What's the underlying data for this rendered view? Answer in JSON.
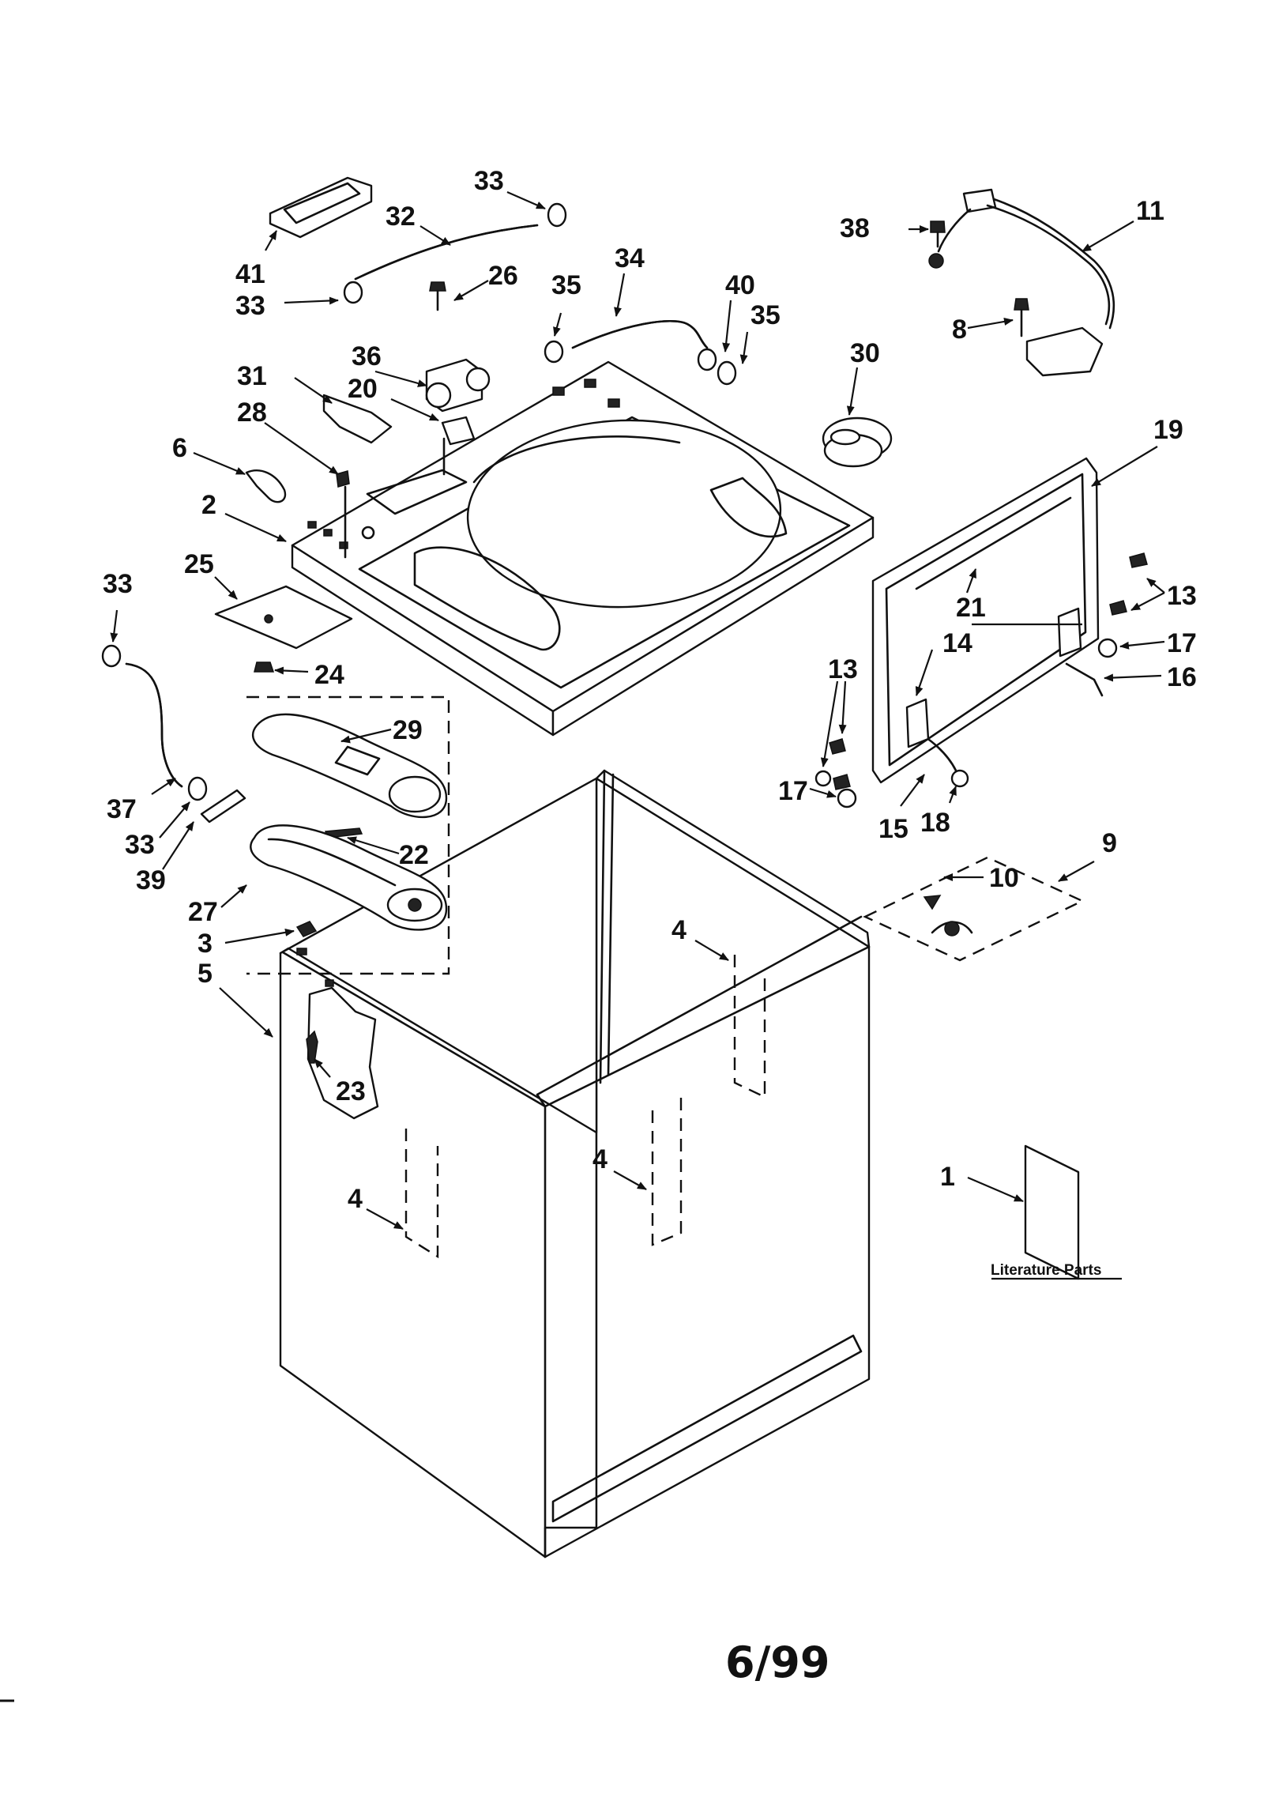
{
  "part_labels": {
    "p1": "1",
    "p2": "2",
    "p3": "3",
    "p4a": "4",
    "p4b": "4",
    "p4c": "4",
    "p5": "5",
    "p6": "6",
    "p8": "8",
    "p9": "9",
    "p10": "10",
    "p11": "11",
    "p13a": "13",
    "p13b": "13",
    "p14": "14",
    "p15": "15",
    "p16": "16",
    "p17a": "17",
    "p17b": "17",
    "p18": "18",
    "p19": "19",
    "p20": "20",
    "p21": "21",
    "p22": "22",
    "p23": "23",
    "p24": "24",
    "p25": "25",
    "p26": "26",
    "p27": "27",
    "p28": "28",
    "p29": "29",
    "p30": "30",
    "p31": "31",
    "p32": "32",
    "p33a": "33",
    "p33b": "33",
    "p33c": "33",
    "p33d": "33",
    "p34": "34",
    "p35a": "35",
    "p35b": "35",
    "p36": "36",
    "p37": "37",
    "p38": "38",
    "p39": "39",
    "p40": "40",
    "p41": "41"
  },
  "literature_caption": "Literature Parts",
  "revision_date": "6/99"
}
